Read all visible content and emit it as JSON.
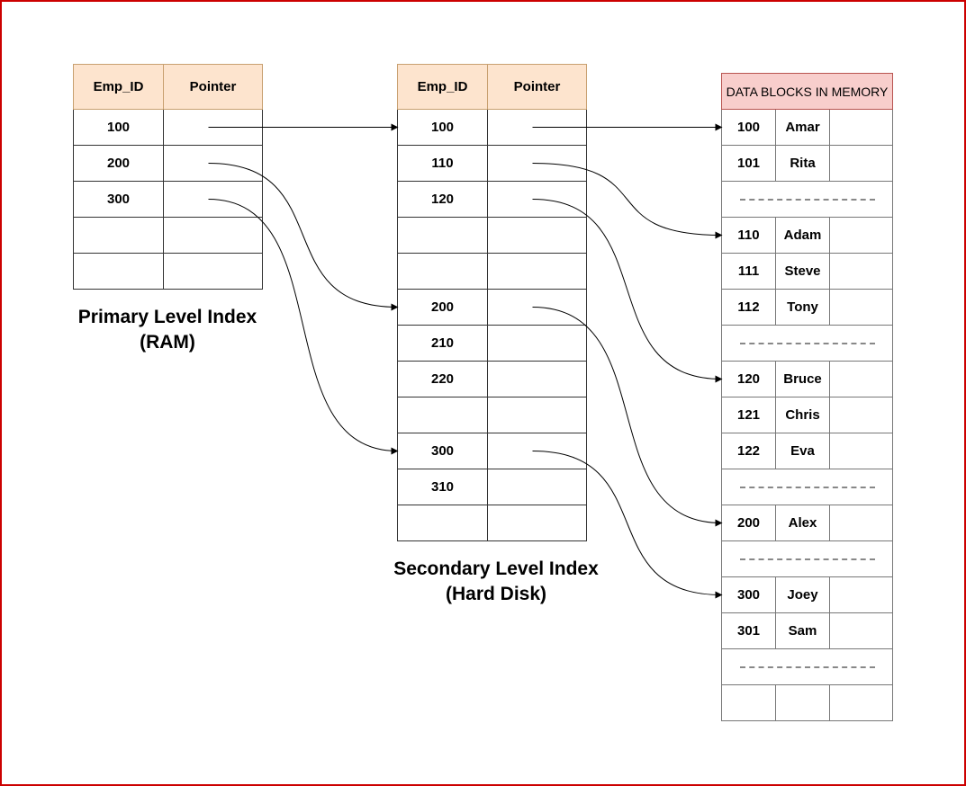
{
  "primary_index": {
    "headers": [
      "Emp_ID",
      "Pointer"
    ],
    "rows": [
      "100",
      "200",
      "300",
      "",
      ""
    ],
    "caption": [
      "Primary Level Index",
      "(RAM)"
    ]
  },
  "secondary_index": {
    "headers": [
      "Emp_ID",
      "Pointer"
    ],
    "rows": [
      "100",
      "110",
      "120",
      "",
      "",
      "200",
      "210",
      "220",
      "",
      "300",
      "310",
      ""
    ],
    "caption": [
      "Secondary Level Index",
      "(Hard Disk)"
    ]
  },
  "data_blocks": {
    "title": "DATA BLOCKS IN MEMORY",
    "rows": [
      {
        "id": "100",
        "name": "Amar"
      },
      {
        "id": "101",
        "name": "Rita"
      },
      {
        "gap": true
      },
      {
        "id": "110",
        "name": "Adam"
      },
      {
        "id": "111",
        "name": "Steve"
      },
      {
        "id": "112",
        "name": "Tony"
      },
      {
        "gap": true
      },
      {
        "id": "120",
        "name": "Bruce"
      },
      {
        "id": "121",
        "name": "Chris"
      },
      {
        "id": "122",
        "name": "Eva"
      },
      {
        "gap": true
      },
      {
        "id": "200",
        "name": "Alex"
      },
      {
        "gap": true
      },
      {
        "id": "300",
        "name": "Joey"
      },
      {
        "id": "301",
        "name": "Sam"
      },
      {
        "gap": true
      },
      {
        "id": "",
        "name": ""
      }
    ]
  },
  "links": [
    {
      "from": "primary:0",
      "to": "secondary:0"
    },
    {
      "from": "primary:1",
      "to": "secondary:5"
    },
    {
      "from": "primary:2",
      "to": "secondary:9"
    },
    {
      "from": "secondary:0",
      "to": "data:0"
    },
    {
      "from": "secondary:1",
      "to": "data:3"
    },
    {
      "from": "secondary:2",
      "to": "data:7"
    },
    {
      "from": "secondary:5",
      "to": "data:11"
    },
    {
      "from": "secondary:9",
      "to": "data:13"
    }
  ],
  "colors": {
    "frame": "#cc0000",
    "index_header": "#fde4ce",
    "data_header": "#f8cecc"
  }
}
